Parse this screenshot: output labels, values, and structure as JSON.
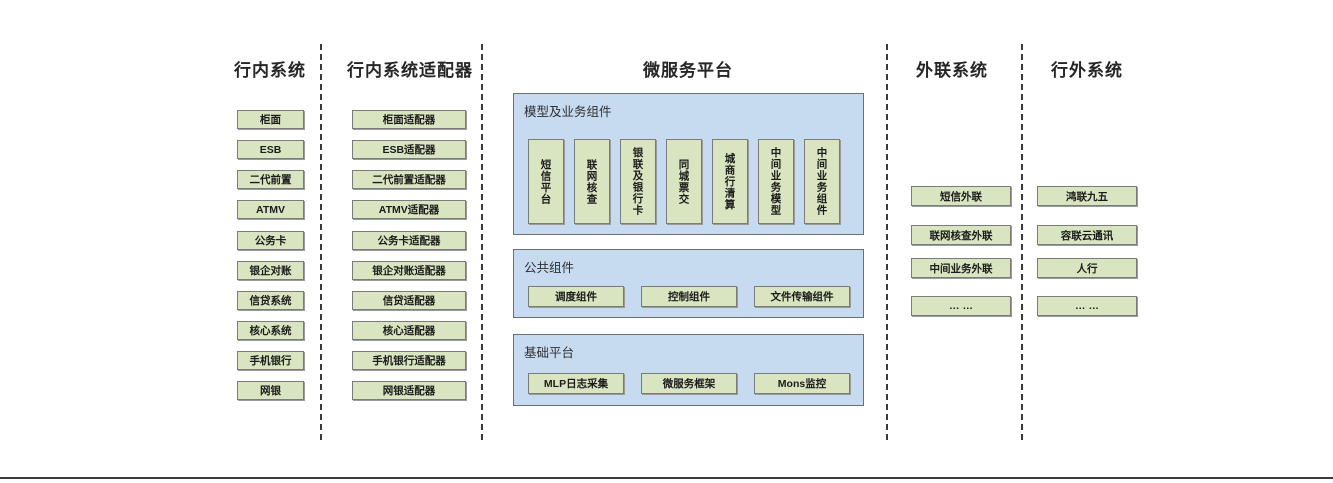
{
  "diagram": {
    "title_row": [
      {
        "label": "行内系统"
      },
      {
        "label": "行内系统适配器"
      },
      {
        "label": "微服务平台"
      },
      {
        "label": "外联系统"
      },
      {
        "label": "行外系统"
      }
    ],
    "colors": {
      "box_fill": "#d9e5c0",
      "box_border": "#7b7b7b",
      "panel_fill": "#c6daf0",
      "panel_border": "#6f6f6f",
      "text": "#1b1b1b",
      "divider": "#3a3a3a"
    },
    "columns": {
      "internal_systems": {
        "header": "行内系统",
        "items": [
          {
            "label": "柜面"
          },
          {
            "label": "ESB"
          },
          {
            "label": "二代前置"
          },
          {
            "label": "ATMV"
          },
          {
            "label": "公务卡"
          },
          {
            "label": "银企对账"
          },
          {
            "label": "信贷系统"
          },
          {
            "label": "核心系统"
          },
          {
            "label": "手机银行"
          },
          {
            "label": "网银"
          }
        ]
      },
      "internal_adapters": {
        "header": "行内系统适配器",
        "items": [
          {
            "label": "柜面适配器"
          },
          {
            "label": "ESB适配器"
          },
          {
            "label": "二代前置适配器"
          },
          {
            "label": "ATMV适配器"
          },
          {
            "label": "公务卡适配器"
          },
          {
            "label": "银企对账适配器"
          },
          {
            "label": "信贷适配器"
          },
          {
            "label": "核心适配器"
          },
          {
            "label": "手机银行适配器"
          },
          {
            "label": "网银适配器"
          }
        ]
      },
      "microservice_platform": {
        "header": "微服务平台",
        "sections": [
          {
            "title": "模型及业务组件",
            "orientation": "vertical",
            "items": [
              {
                "label": "短信平台"
              },
              {
                "label": "联网核查"
              },
              {
                "label": "银联及银行卡"
              },
              {
                "label": "同城票交"
              },
              {
                "label": "城商行清算"
              },
              {
                "label": "中间业务模型"
              },
              {
                "label": "中间业务组件"
              }
            ]
          },
          {
            "title": "公共组件",
            "orientation": "horizontal",
            "items": [
              {
                "label": "调度组件"
              },
              {
                "label": "控制组件"
              },
              {
                "label": "文件传输组件"
              }
            ]
          },
          {
            "title": "基础平台",
            "orientation": "horizontal",
            "items": [
              {
                "label": "MLP日志采集"
              },
              {
                "label": "微服务框架"
              },
              {
                "label": "Mons监控"
              }
            ]
          }
        ]
      },
      "external_link_systems": {
        "header": "外联系统",
        "items": [
          {
            "label": "短信外联"
          },
          {
            "label": "联网核查外联"
          },
          {
            "label": "中间业务外联"
          },
          {
            "label": "… …"
          }
        ]
      },
      "outside_systems": {
        "header": "行外系统",
        "items": [
          {
            "label": "鸿联九五"
          },
          {
            "label": "容联云通讯"
          },
          {
            "label": "人行"
          },
          {
            "label": "… …"
          }
        ]
      }
    }
  }
}
